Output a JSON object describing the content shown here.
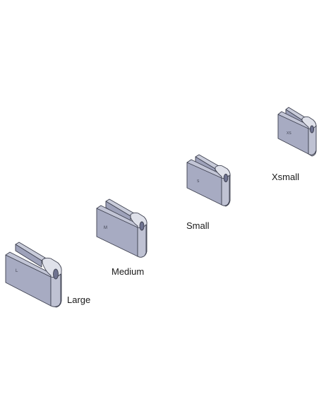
{
  "parts": [
    {
      "id": "large",
      "label": "Large",
      "engraving": "L"
    },
    {
      "id": "medium",
      "label": "Medium",
      "engraving": "M"
    },
    {
      "id": "small",
      "label": "Small",
      "engraving": "S"
    },
    {
      "id": "xsmall",
      "label": "Xsmall",
      "engraving": "XS"
    }
  ],
  "colors": {
    "face": "#a7abc2",
    "face_shade": "#8f93ad",
    "cap": "#dfe1ea",
    "outline": "#3e4150",
    "background": "#ffffff"
  }
}
